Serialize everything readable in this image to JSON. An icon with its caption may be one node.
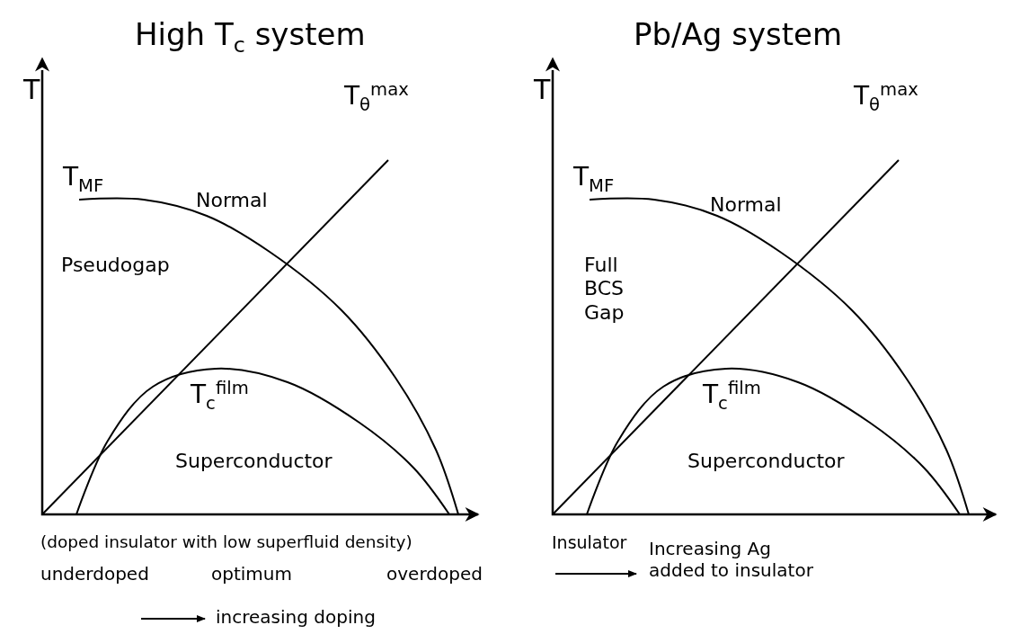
{
  "diagram": {
    "labels": [
      "High T$_{c}$ system",
      "Pb/Ag system",
      "T",
      "T$_{θ}$$^{max}$",
      "T",
      "T$_{θ}$$^{max}$",
      "T$_{MF}$",
      "Normal",
      "T$_{MF}$",
      "Normal",
      "Pseudogap",
      "Full BCS Gap",
      "T$_{c}$$^{film}$",
      "T$_{c}$$^{film}$",
      "Superconductor",
      "Superconductor",
      "(doped insulator with low superfluid density)",
      "Insulator",
      "Increasing Ag added to insulator",
      "underdoped",
      "optimum",
      "overdoped",
      "increasing doping"
    ]
  }
}
